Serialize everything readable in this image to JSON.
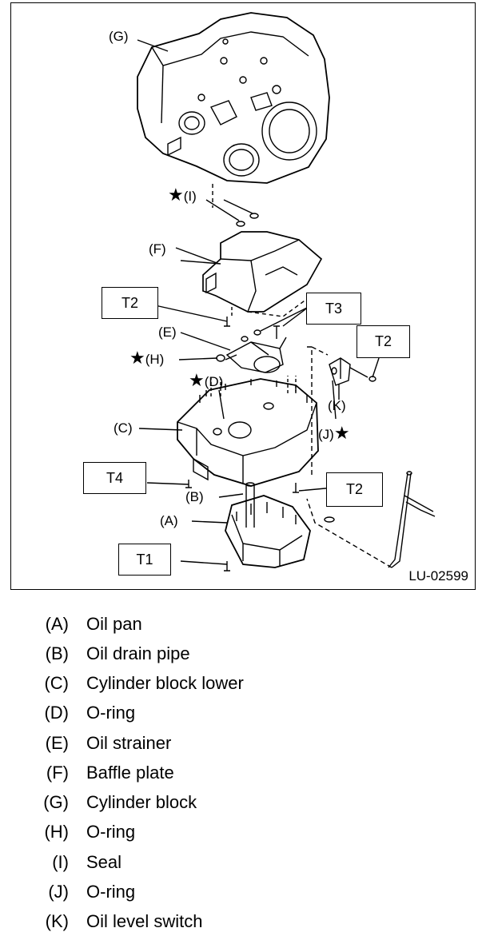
{
  "figure": {
    "id": "LU-02599",
    "star": "★",
    "callouts": {
      "G": "(G)",
      "I": "(I)",
      "F": "(F)",
      "E": "(E)",
      "H": "(H)",
      "D": "(D)",
      "C": "(C)",
      "K": "(K)",
      "J": "(J)",
      "B": "(B)",
      "A": "(A)"
    },
    "torque_boxes": {
      "t2_left": "T2",
      "t3": "T3",
      "t2_right": "T2",
      "t4": "T4",
      "t2_lower": "T2",
      "t1": "T1"
    }
  },
  "legend": [
    {
      "code": "(A)",
      "name": "Oil pan"
    },
    {
      "code": "(B)",
      "name": "Oil drain pipe"
    },
    {
      "code": "(C)",
      "name": "Cylinder block lower"
    },
    {
      "code": "(D)",
      "name": "O-ring"
    },
    {
      "code": "(E)",
      "name": "Oil strainer"
    },
    {
      "code": "(F)",
      "name": "Baffle plate"
    },
    {
      "code": "(G)",
      "name": "Cylinder block"
    },
    {
      "code": "(H)",
      "name": "O-ring"
    },
    {
      "code": "(I)",
      "name": "Seal"
    },
    {
      "code": "(J)",
      "name": "O-ring"
    },
    {
      "code": "(K)",
      "name": "Oil level switch"
    }
  ]
}
